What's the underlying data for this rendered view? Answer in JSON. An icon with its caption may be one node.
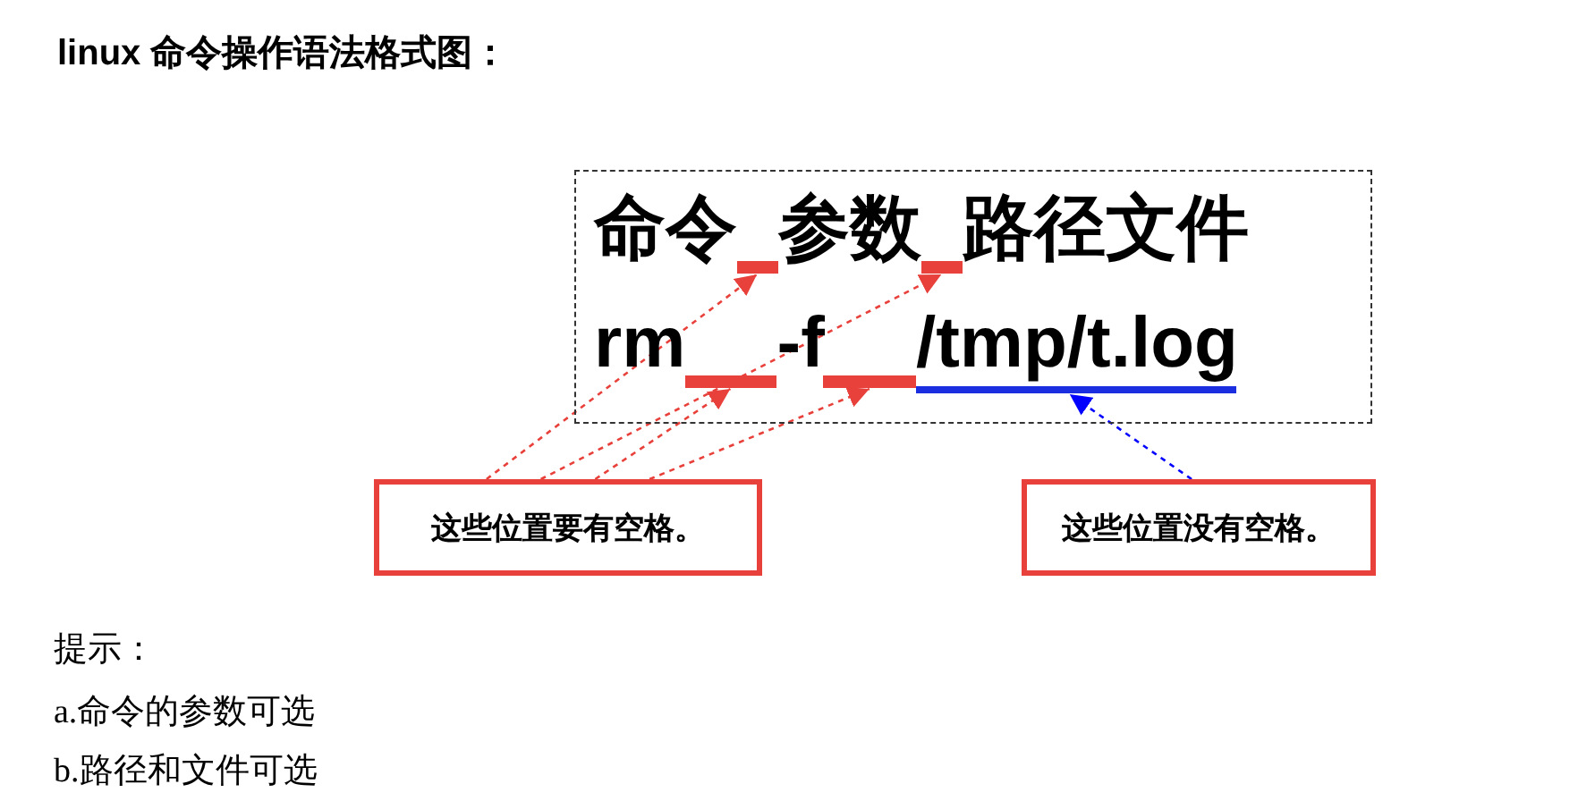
{
  "diagram": {
    "title": "linux 命令操作语法格式图：",
    "nodes": [
      {
        "text": [
          "命令 参数 路径文件",
          "rm -f /tmp/t.log"
        ]
      },
      {
        "text": [],
        "shape": "bar",
        "in": 0
      },
      {
        "text": [],
        "shape": "bar",
        "in": 0
      },
      {
        "text": [],
        "shape": "bar",
        "in": 0
      },
      {
        "text": [],
        "shape": "bar",
        "in": 0
      },
      {
        "text": [],
        "shape": "bar",
        "in": 0
      },
      {
        "text": [
          "这些位置要有空格。"
        ]
      },
      {
        "text": [
          "这些位置没有空格。"
        ]
      }
    ],
    "edges": [
      {
        "from": 6,
        "to": 1,
        "arrow": "to",
        "style": "dashed"
      },
      {
        "from": 6,
        "to": 2,
        "arrow": "to",
        "style": "dashed"
      },
      {
        "from": 6,
        "to": 3,
        "arrow": "to",
        "style": "dashed"
      },
      {
        "from": 6,
        "to": 4,
        "arrow": "to",
        "style": "dashed"
      },
      {
        "from": 7,
        "to": 5,
        "arrow": "to",
        "style": "dashed",
        "color": "#0000ff"
      }
    ],
    "labels": [
      "提示：",
      "a.命令的参数可选",
      "b.路径和文件可选"
    ]
  }
}
